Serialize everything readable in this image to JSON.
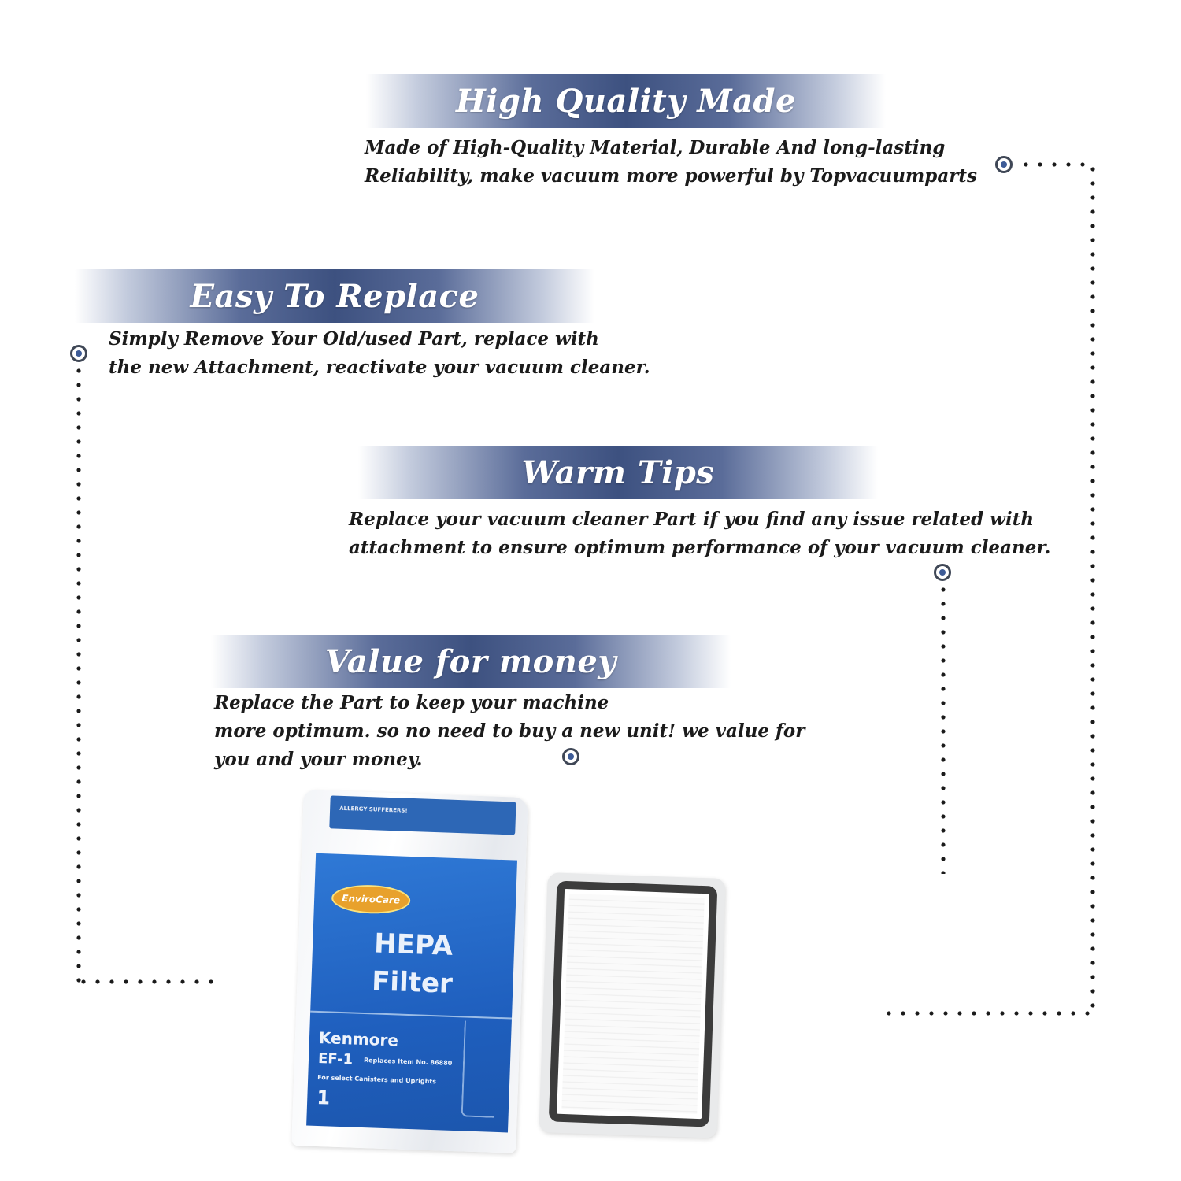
{
  "sections": [
    {
      "title": "High Quality Made",
      "lines": [
        "Made of  High-Quality Material, Durable And long-lasting",
        "Reliability, make vacuum more powerful by Topvacuumparts"
      ]
    },
    {
      "title": "Easy To Replace",
      "lines": [
        "Simply Remove Your Old/used Part, replace with",
        "the new Attachment, reactivate your vacuum cleaner."
      ]
    },
    {
      "title": "Warm Tips",
      "lines": [
        "Replace your vacuum cleaner Part if you find any issue related with",
        " attachment to ensure optimum performance of your vacuum cleaner."
      ]
    },
    {
      "title": "Value for money",
      "lines": [
        "Replace the Part to keep your machine",
        "more optimum. so no need to buy a new unit! we value for",
        "you and your money."
      ]
    }
  ],
  "product": {
    "bag_top_lines": [
      "ALLERGY SUFFERERS!"
    ],
    "brand": "EnviroCare",
    "bag_title_1": "HEPA",
    "bag_title_2": "Filter",
    "bag_brand_line": "Kenmore",
    "bag_model_line": "EF-1",
    "bag_replaces": "Replaces Item No. 86880",
    "bag_select": "For select Canisters and Uprights",
    "bag_count": "1"
  },
  "colors": {
    "banner_dark": "#3d5180",
    "marker_fill": "#3d5b97",
    "text": "#1b1b1b"
  }
}
